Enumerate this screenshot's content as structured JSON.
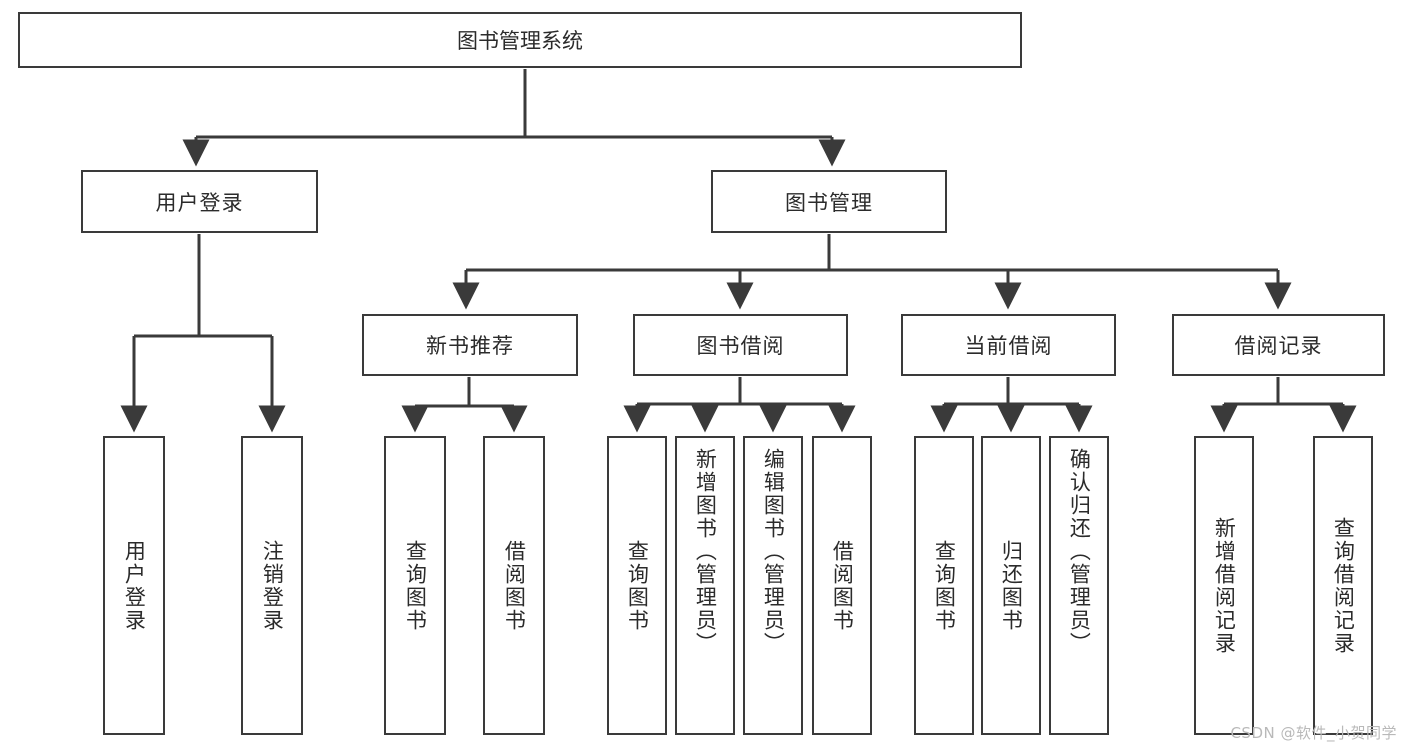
{
  "diagram": {
    "title": "图书管理系统",
    "type": "tree",
    "style": {
      "line_color": "#3a3a3a",
      "box_fill": "#ffffff",
      "text_color": "#2b2b2b",
      "watermark_color": "#b9b9b9"
    },
    "root": {
      "label": "图书管理系统"
    },
    "level2": [
      {
        "label": "用户登录"
      },
      {
        "label": "图书管理"
      }
    ],
    "level3": [
      {
        "label": "新书推荐"
      },
      {
        "label": "图书借阅"
      },
      {
        "label": "当前借阅"
      },
      {
        "label": "借阅记录"
      }
    ],
    "leaves": {
      "user_login": [
        {
          "label": "用户登录"
        },
        {
          "label": "注销登录"
        }
      ],
      "new_book": [
        {
          "label": "查询图书"
        },
        {
          "label": "借阅图书"
        }
      ],
      "borrow": [
        {
          "label": "查询图书"
        },
        {
          "label": "新增图书（管理员）"
        },
        {
          "label": "编辑图书（管理员）"
        },
        {
          "label": "借阅图书"
        }
      ],
      "current": [
        {
          "label": "查询图书"
        },
        {
          "label": "归还图书"
        },
        {
          "label": "确认归还（管理员）"
        }
      ],
      "records": [
        {
          "label": "新增借阅记录"
        },
        {
          "label": "查询借阅记录"
        }
      ]
    }
  },
  "watermark": {
    "text": "CSDN @软件_小贺同学"
  }
}
